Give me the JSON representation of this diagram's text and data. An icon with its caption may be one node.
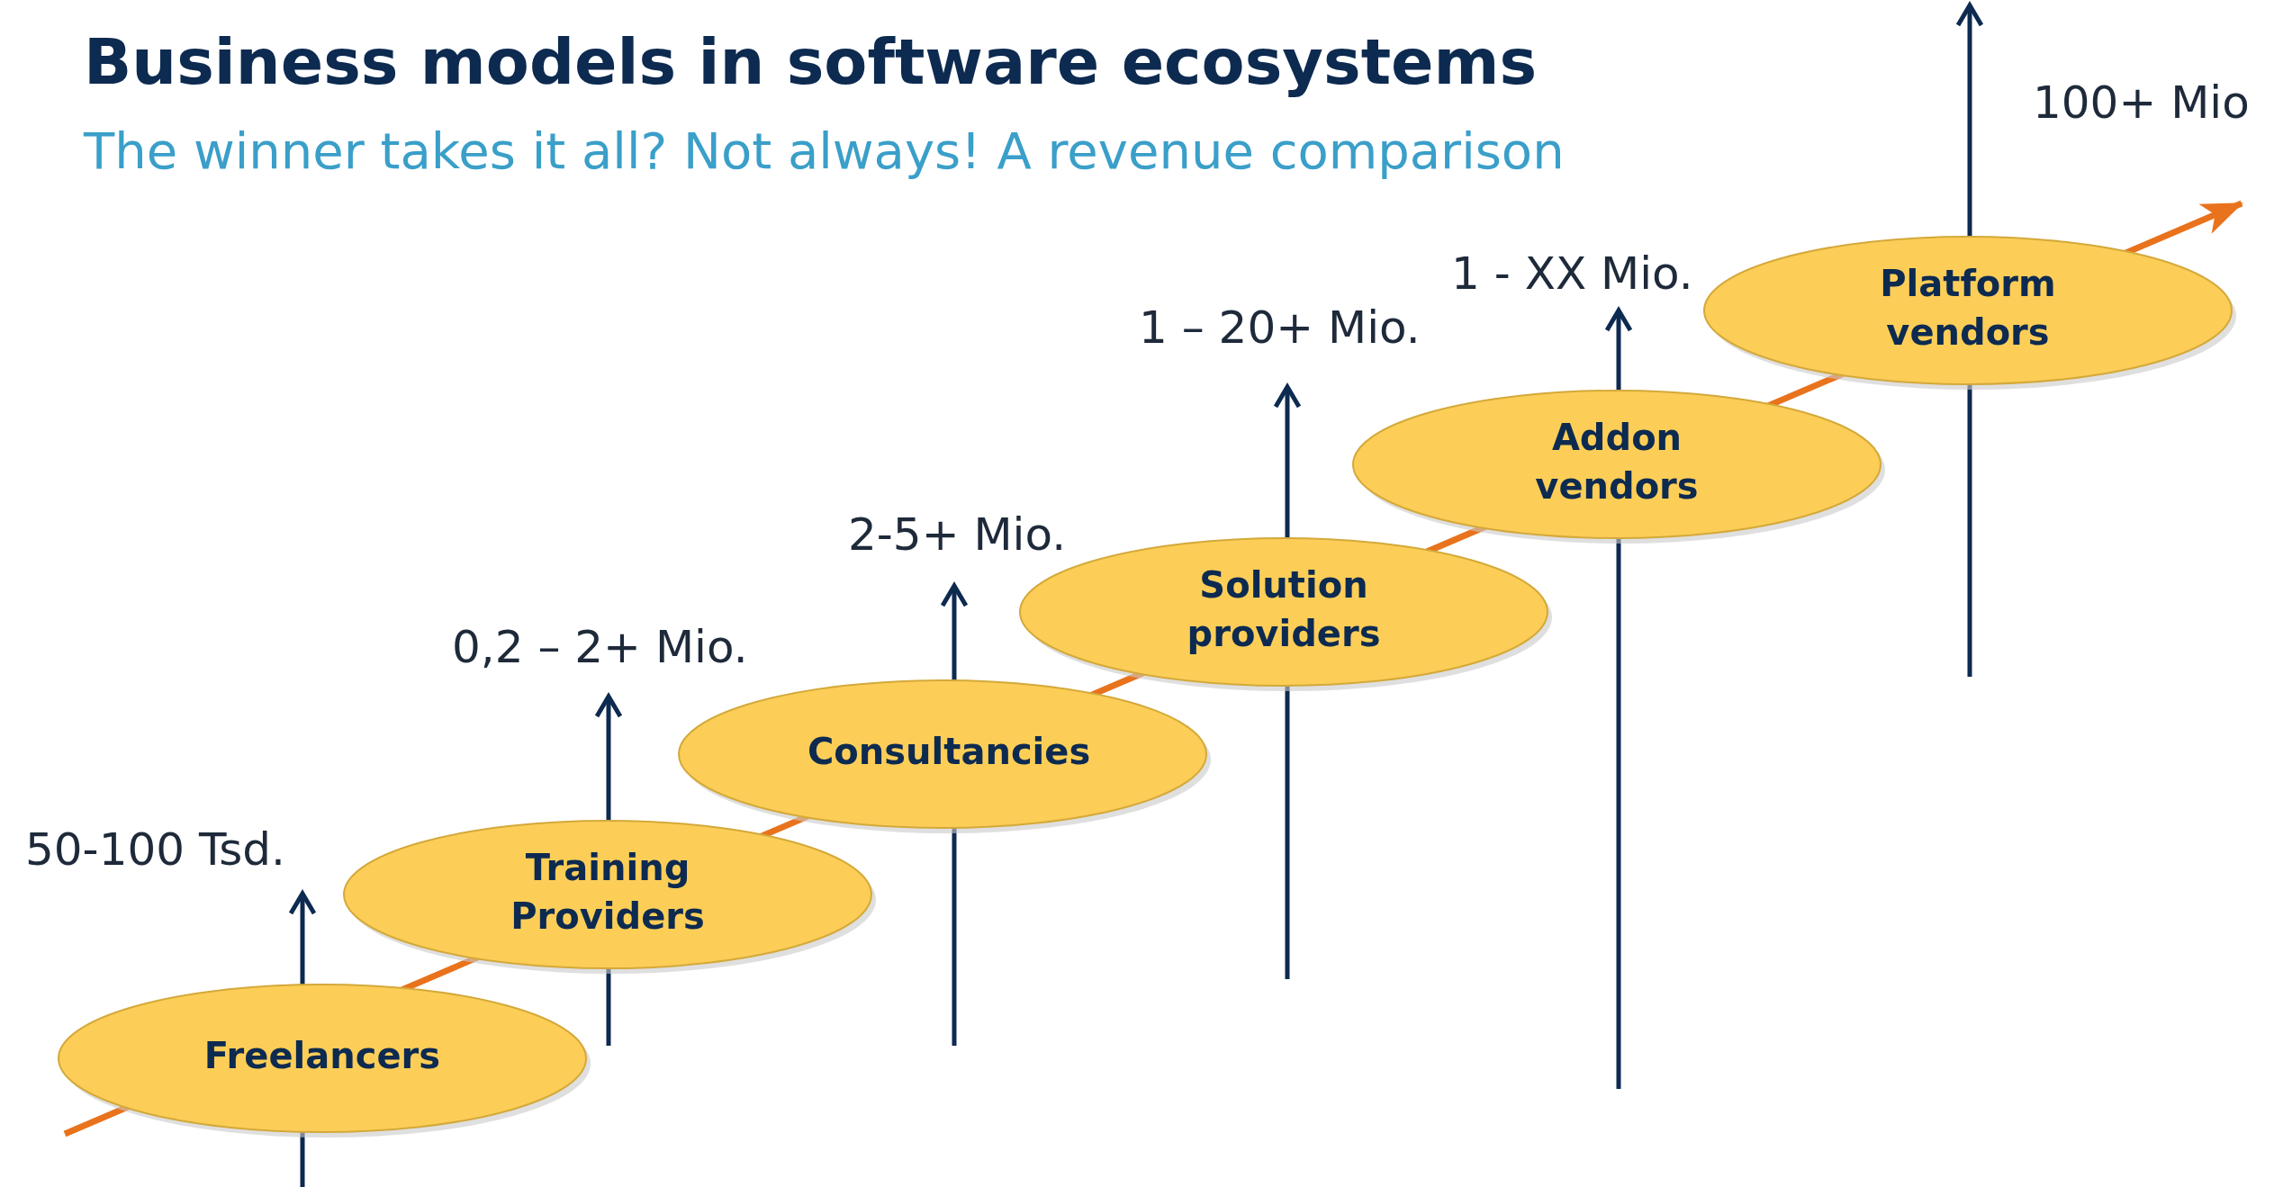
{
  "diagram": {
    "title": "Business models in software ecosystems",
    "caption": "The winner takes it all? Not always! A revenue comparison",
    "nodes": [
      {
        "text": [
          "Freelancers"
        ]
      },
      {
        "text": [
          "Training Providers"
        ]
      },
      {
        "text": [
          "Consultancies"
        ]
      },
      {
        "text": [
          "Solution providers"
        ]
      },
      {
        "text": [
          "Addon vendors"
        ]
      },
      {
        "text": [
          "Platform vendors"
        ]
      }
    ],
    "labels": [
      "100+ Mio",
      "1 - XX Mio.",
      "1 – 20+ Mio.",
      "2-5+ Mio.",
      "0,2 – 2+ Mio.",
      "50-100 Tsd."
    ]
  }
}
